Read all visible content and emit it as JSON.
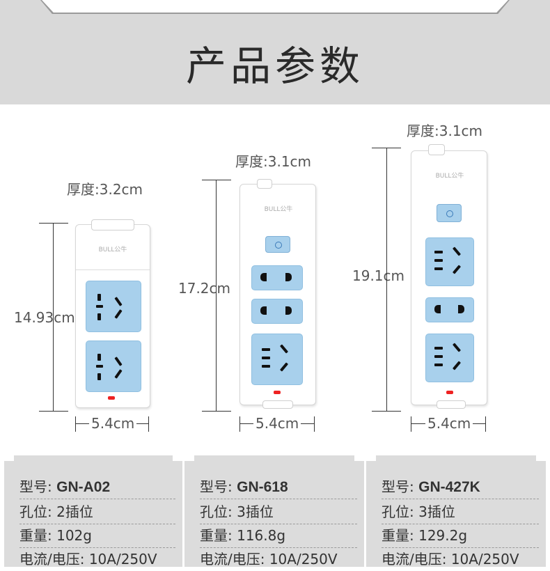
{
  "header": {
    "title": "产品参数"
  },
  "products": [
    {
      "thickness": "厚度:3.2cm",
      "height": "14.93cm",
      "width": "5.4cm",
      "brand": "BULL公牛",
      "specs": {
        "model_label": "型号:",
        "model": "GN-A02",
        "holes": "孔位: 2插位",
        "weight": "重量: 102g",
        "rating": "电流/电压: 10A/250V"
      }
    },
    {
      "thickness": "厚度:3.1cm",
      "height": "17.2cm",
      "width": "5.4cm",
      "brand": "BULL公牛",
      "specs": {
        "model_label": "型号:",
        "model": "GN-618",
        "holes": "孔位: 3插位",
        "weight": "重量: 116.8g",
        "rating": "电流/电压: 10A/250V"
      }
    },
    {
      "thickness": "厚度:3.1cm",
      "height": "19.1cm",
      "width": "5.4cm",
      "brand": "BULL公牛",
      "specs": {
        "model_label": "型号:",
        "model": "GN-427K",
        "holes": "孔位: 3插位",
        "weight": "重量: 129.2g",
        "rating": "电流/电压: 10A/250V"
      }
    }
  ],
  "colors": {
    "socket": "#a8d0ec",
    "header_bg": "#d9d9d9",
    "table_bg": "#dcdcdc",
    "led": "#ee2222"
  }
}
